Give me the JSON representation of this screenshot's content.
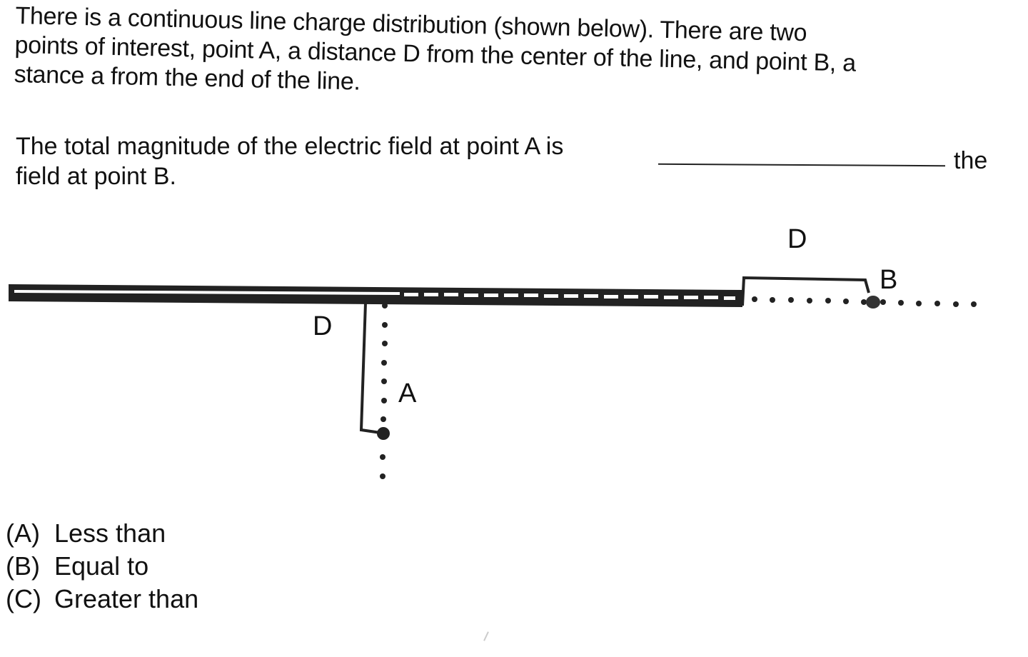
{
  "question": {
    "intro_lines": [
      "There is a continuous line charge distribution (shown below). There are two",
      "points of interest, point A, a distance D from the center of the line, and point B, a",
      "stance a from the end of the line."
    ],
    "prompt_line1_before_blank": "The total magnitude of the electric field at point A is",
    "prompt_line1_after_blank": "the",
    "prompt_line2": "field at point B."
  },
  "diagram": {
    "label_D_vertical": "D",
    "label_D_horizontal": "D",
    "label_point_A": "A",
    "label_point_B": "B",
    "line_color": "#222222"
  },
  "options": [
    {
      "letter": "(A)",
      "text": "Less than"
    },
    {
      "letter": "(B)",
      "text": "Equal to"
    },
    {
      "letter": "(C)",
      "text": "Greater than"
    }
  ]
}
